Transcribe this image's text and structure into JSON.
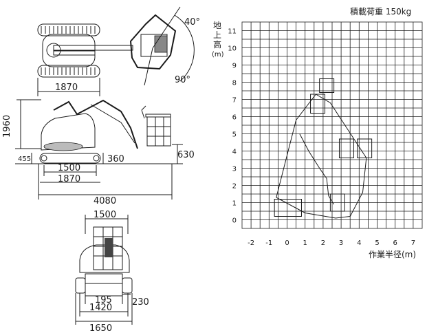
{
  "spec": {
    "load_label": "積載荷重 150kg",
    "ylabel_chars": [
      "地",
      "上",
      "高"
    ],
    "ylabel_unit": "(m)",
    "xlabel": "作業半径(m)"
  },
  "chart_data": {
    "type": "other",
    "x_ticks": [
      "-2",
      "-1",
      "0",
      "1",
      "2",
      "3",
      "4",
      "5",
      "6",
      "7"
    ],
    "y_ticks": [
      "0",
      "1",
      "2",
      "3",
      "4",
      "5",
      "6",
      "7",
      "8",
      "9",
      "10",
      "11"
    ],
    "xlim": [
      -2.5,
      7.5
    ],
    "ylim": [
      -0.5,
      11.5
    ],
    "grid": true
  },
  "top_view": {
    "angle_top": "40°",
    "angle_bottom": "90°",
    "width_dim": "1870"
  },
  "side_view": {
    "height_dim": "1960",
    "ground_clearance": "455",
    "bucket_height": "630",
    "offset": "360",
    "track_length": "1500",
    "track_width": "1870",
    "overall_length": "4080"
  },
  "front_view": {
    "top_width": "1500",
    "inner_gap": "195",
    "shoe_width": "230",
    "gauge": "1420",
    "overall_width": "1650"
  }
}
